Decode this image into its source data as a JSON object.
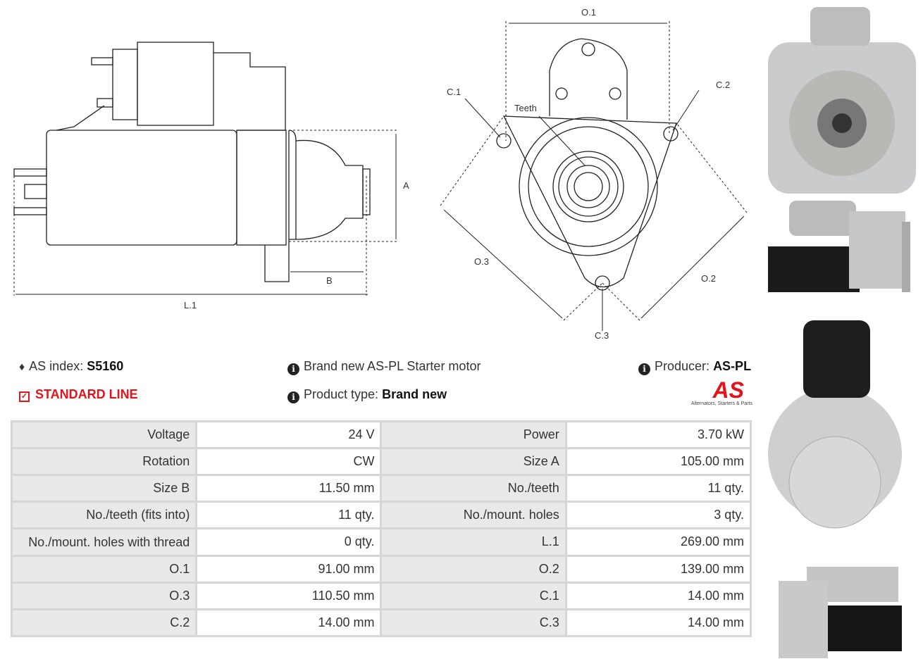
{
  "drawing_labels": {
    "o1": "O.1",
    "o2": "O.2",
    "o3": "O.3",
    "c1": "C.1",
    "c2": "C.2",
    "c3": "C.3",
    "teeth": "Teeth",
    "a": "A",
    "b": "B",
    "l1": "L.1"
  },
  "header": {
    "index_label": "AS index:",
    "index_value": "S5160",
    "line_label": "STANDARD LINE",
    "description": "Brand new AS-PL Starter motor",
    "type_label": "Product type:",
    "type_value": "Brand new",
    "producer_label": "Producer:",
    "producer_value": "AS-PL",
    "logo_text": "AS",
    "logo_tagline": "Alternators, Starters & Parts"
  },
  "specs": [
    [
      {
        "l": "Voltage",
        "v": "24 V"
      },
      {
        "l": "Power",
        "v": "3.70 kW"
      }
    ],
    [
      {
        "l": "Rotation",
        "v": "CW"
      },
      {
        "l": "Size A",
        "v": "105.00 mm"
      }
    ],
    [
      {
        "l": "Size B",
        "v": "11.50 mm"
      },
      {
        "l": "No./teeth",
        "v": "11 qty."
      }
    ],
    [
      {
        "l": "No./teeth (fits into)",
        "v": "11 qty."
      },
      {
        "l": "No./mount. holes",
        "v": "3 qty."
      }
    ],
    [
      {
        "l": "No./mount. holes with thread",
        "v": "0 qty."
      },
      {
        "l": "L.1",
        "v": "269.00 mm"
      }
    ],
    [
      {
        "l": "O.1",
        "v": "91.00 mm"
      },
      {
        "l": "O.2",
        "v": "139.00 mm"
      }
    ],
    [
      {
        "l": "O.3",
        "v": "110.50 mm"
      },
      {
        "l": "C.1",
        "v": "14.00 mm"
      }
    ],
    [
      {
        "l": "C.2",
        "v": "14.00 mm"
      },
      {
        "l": "C.3",
        "v": "14.00 mm"
      }
    ]
  ],
  "colors": {
    "accent": "#e3141b"
  }
}
